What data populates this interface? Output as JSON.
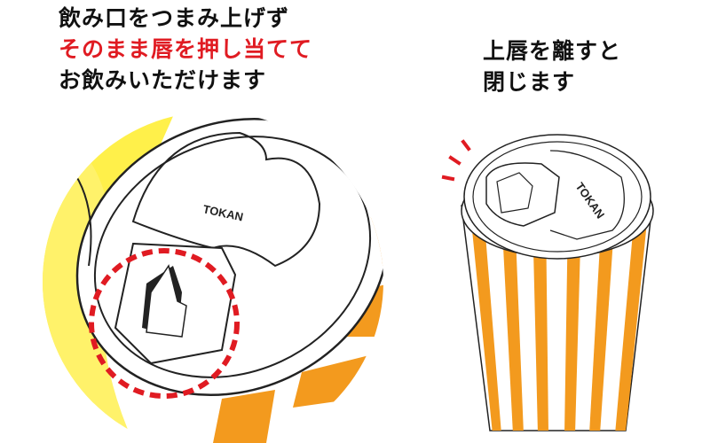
{
  "left_caption": {
    "line1": "飲み口をつまみ上げず",
    "line2": "そのまま唇を押し当てて",
    "line3": "お飲みいただけます"
  },
  "right_caption": {
    "line1": "上唇を離すと",
    "line2": "閉じます"
  },
  "lid_brand": "TOKAN",
  "colors": {
    "accent_red": "#e01b22",
    "stripe_orange": "#f39a1e",
    "background_yellow": "#fff04a"
  }
}
